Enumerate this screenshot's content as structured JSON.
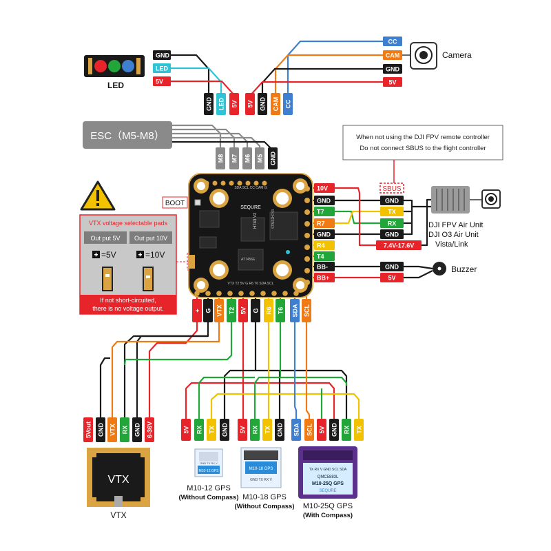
{
  "colors": {
    "black": "#1a1a1a",
    "red": "#e8242b",
    "green": "#22a63a",
    "yellow": "#f2c200",
    "orange": "#f07b14",
    "blue": "#3f7fd0",
    "cyan": "#2ec4d6",
    "grey": "#8a8a8a",
    "board": "#161616",
    "gold": "#d9a441"
  },
  "led": {
    "title": "LED",
    "pins": [
      "GND",
      "LED",
      "5V"
    ]
  },
  "camera": {
    "title": "Camera",
    "pins": [
      "CC",
      "CAM",
      "GND",
      "5V"
    ]
  },
  "esc": {
    "title": "ESC（M5-M8）",
    "pins": [
      "M8",
      "M7",
      "M6",
      "M5",
      "GND"
    ]
  },
  "fc_top_pads_led": [
    "GND",
    "LED",
    "5V"
  ],
  "fc_top_pads_cam": [
    "5V",
    "GND",
    "CAM",
    "CC"
  ],
  "note": {
    "line1": "When not using the DJI FPV remote controller",
    "line2": "Do not connect SBUS to the flight controller"
  },
  "boot": "BOOT",
  "vtx_pads": {
    "title": "VTX voltage selectable pads",
    "out5": "Out put 5V",
    "out10": "Out put 10V",
    "eq5": "=5V",
    "eq10": "=10V",
    "warn1": "If not short-circuited,",
    "warn2": "there is no voltage output."
  },
  "right_pads": [
    "10V",
    "GND",
    "T7",
    "R7",
    "GND",
    "R4",
    "T4",
    "BB-",
    "BB+"
  ],
  "dji": {
    "pins": [
      "SBUS",
      "GND",
      "TX",
      "RX",
      "GND",
      "7.4V-17.6V"
    ],
    "line1": "DJI FPV Air Unit",
    "line2": "DJI O3 Air Unit",
    "line3": "Vista/Link"
  },
  "buzzer": {
    "title": "Buzzer",
    "pins": [
      "GND",
      "5V"
    ]
  },
  "bottom_pads": [
    "+",
    "G",
    "VTX",
    "T2",
    "5V",
    "G",
    "R6",
    "T6",
    "SDA",
    "SCL"
  ],
  "vtx": {
    "title": "VTX",
    "pins": [
      "5Vout",
      "GND",
      "VTX",
      "RX",
      "GND",
      "6-36V"
    ]
  },
  "gps12": {
    "pins": [
      "5V",
      "RX",
      "TX",
      "GND"
    ],
    "name": "M10-12 GPS",
    "sub": "(Without Compass)",
    "chip": "M10-12 GPS",
    "chip_pins": "GND TX RX V"
  },
  "gps18": {
    "pins": [
      "5V",
      "RX",
      "TX",
      "GND"
    ],
    "name": "M10-18 GPS",
    "sub": "(Without Compass)",
    "chip": "M10-18 GPS",
    "chip_pins": "GND TX RX V"
  },
  "gps25": {
    "pins": [
      "SDA",
      "SCL",
      "5V",
      "GND",
      "RX",
      "TX"
    ],
    "name": "M10-25Q GPS",
    "sub": "(With Compass)",
    "chip": "M10-25Q GPS",
    "chip_sub": "QMC5883L",
    "chip_pins": "TX RX V GND SCL SDA",
    "brand": "SEQURE"
  },
  "board": {
    "brand": "SEQURE",
    "model": "H743 V2",
    "chip1": "STM32H743",
    "chip2": "AT7456E",
    "top_pads": "SDA SCL CC CAM G",
    "bottom_pads": "VTX T2 5V G R6 T6 SDA SCL"
  }
}
